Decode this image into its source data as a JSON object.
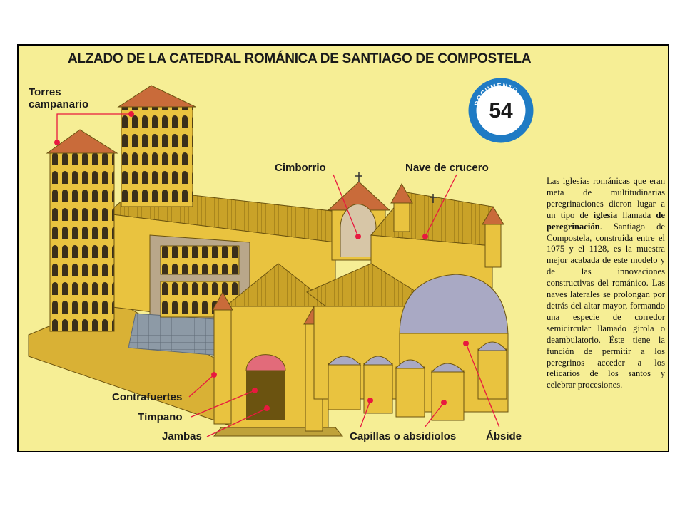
{
  "title": "ALZADO DE LA CATEDRAL ROMÁNICA DE SANTIAGO DE COMPOSTELA",
  "badge": {
    "top_text": "DOCUMENTO",
    "side_text": "DOCUMENTO",
    "number": "54"
  },
  "labels": {
    "torres": "Torres campanario",
    "cimborrio": "Cimborrio",
    "nave_crucero": "Nave de crucero",
    "contrafuertes": "Contrafuertes",
    "timpano": "Tímpano",
    "jambas": "Jambas",
    "capillas": "Capillas o absidiolos",
    "abside": "Ábside"
  },
  "description": {
    "p1": "Las iglesias románicas que eran meta de multitudinarias peregrinaciones dieron lugar a un tipo de ",
    "b1": "iglesia",
    "p2": " llamada ",
    "b2": "de peregrinación",
    "p3": ". Santiago de Compostela, construida entre el 1075 y el 1128, es la muestra mejor acabada de este modelo y de las innovaciones constructivas del románico. Las naves laterales se prolongan por detrás del altar mayor, formando una especie de corredor semicircular llamado girola o deambulatorio. Éste tiene la función de permitir a los peregrinos acceder a los relicarios de los santos y celebrar procesiones."
  },
  "colors": {
    "background": "#f6ee95",
    "stone": "#e9c33f",
    "roof": "#c9a228",
    "marker": "#e8193f",
    "badge": "#1f7bc4"
  }
}
